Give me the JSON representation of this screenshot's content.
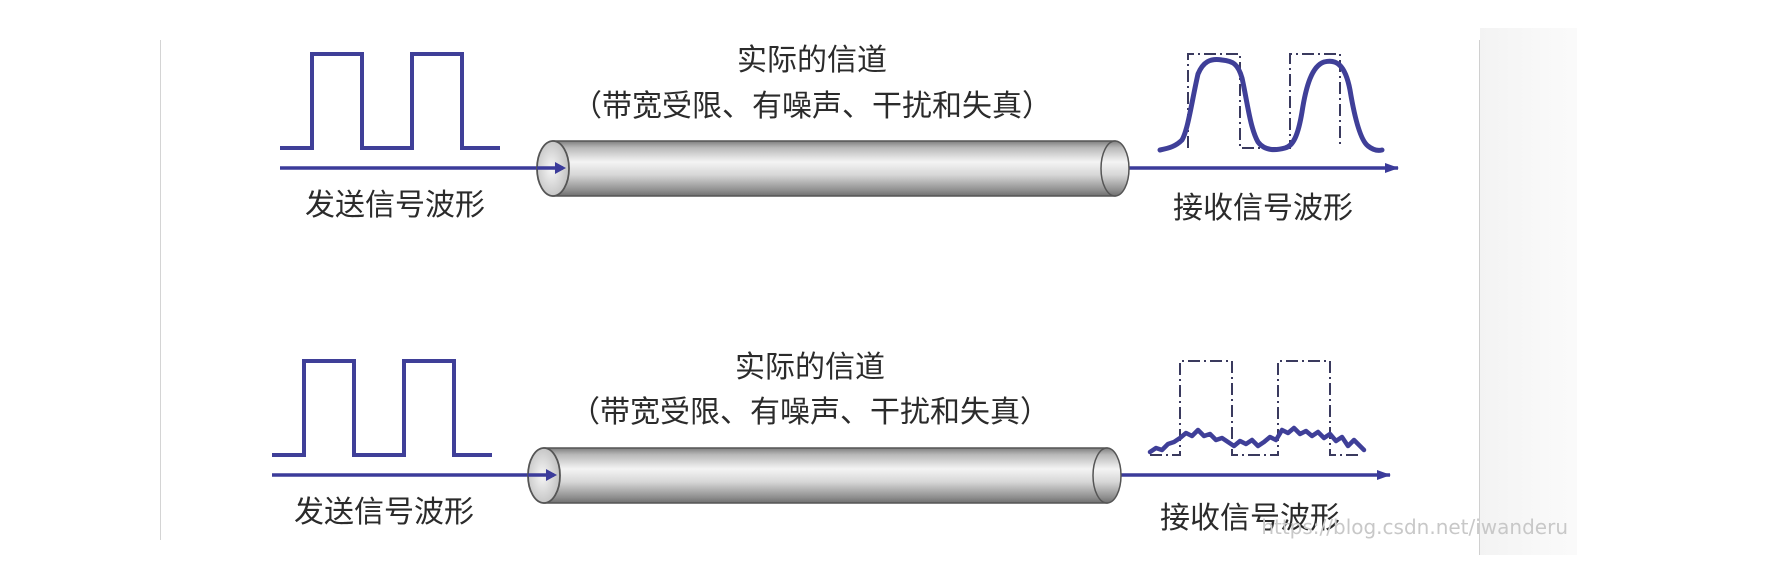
{
  "panels": [
    {
      "channel_title": "实际的信道",
      "channel_subtitle": "（带宽受限、有噪声、干扰和失真）",
      "send_label": "发送信号波形",
      "receive_label": "接收信号波形"
    },
    {
      "channel_title": "实际的信道",
      "channel_subtitle": "（带宽受限、有噪声、干扰和失真）",
      "send_label": "发送信号波形",
      "receive_label": "接收信号波形"
    }
  ],
  "watermark": "https://blog.csdn.net/iwanderu",
  "colors": {
    "signal": "#3f3f98",
    "arrow": "#3b3b9a",
    "text": "#2b2b2b",
    "cable_dark": "#8a8a8a",
    "cable_light": "#f4f4f4"
  }
}
